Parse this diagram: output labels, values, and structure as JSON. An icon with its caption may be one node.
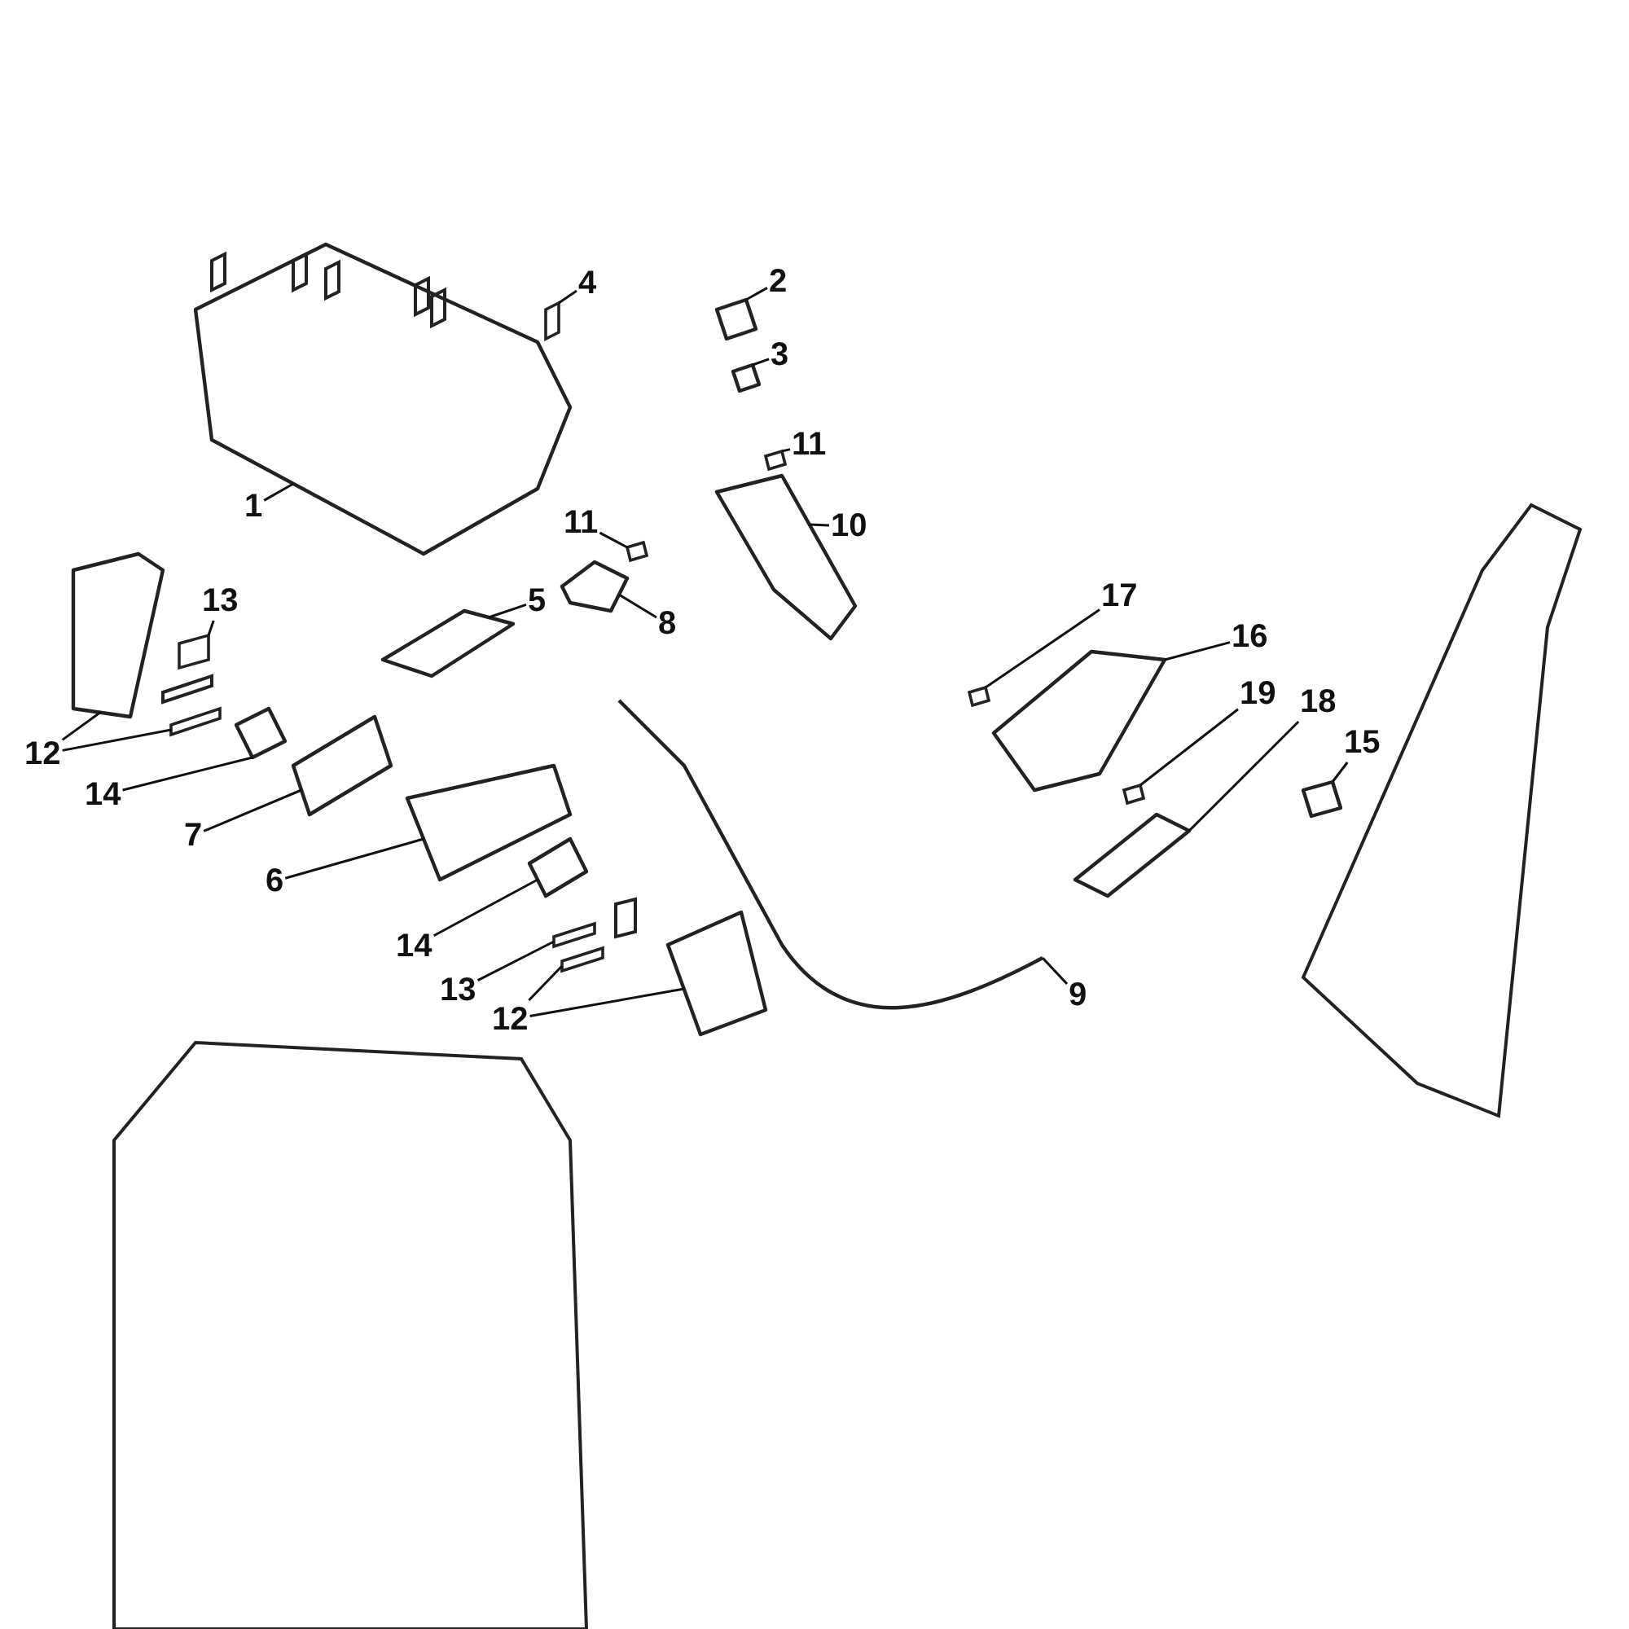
{
  "diagram": {
    "nodes": [
      {
        "text": [
          "4"
        ]
      },
      {
        "text": [
          "2"
        ]
      },
      {
        "text": [
          "3"
        ]
      },
      {
        "text": [
          "1"
        ]
      },
      {
        "text": [
          "11"
        ]
      },
      {
        "text": [
          "10"
        ]
      },
      {
        "text": [
          "11"
        ]
      },
      {
        "text": [
          "13"
        ]
      },
      {
        "text": [
          "5"
        ]
      },
      {
        "text": [
          "17"
        ]
      },
      {
        "text": [
          "8"
        ]
      },
      {
        "text": [
          "16"
        ]
      },
      {
        "text": [
          "19"
        ]
      },
      {
        "text": [
          "18"
        ]
      },
      {
        "text": [
          "15"
        ]
      },
      {
        "text": [
          "12"
        ]
      },
      {
        "text": [
          "14"
        ]
      },
      {
        "text": [
          "9"
        ]
      },
      {
        "text": [
          "7"
        ]
      },
      {
        "text": [
          "6"
        ]
      },
      {
        "text": [
          "14"
        ]
      },
      {
        "text": [
          "13"
        ]
      },
      {
        "text": [
          "12"
        ]
      },
      {
        "text": [],
        "shape": "box"
      },
      {
        "text": [],
        "shape": "picture"
      },
      {
        "text": [],
        "shape": "picture"
      },
      {
        "text": [],
        "shape": "picture"
      },
      {
        "text": [],
        "shape": "box"
      },
      {
        "text": [],
        "shape": "picture"
      },
      {
        "text": [],
        "shape": "box"
      },
      {
        "text": [],
        "shape": "picture"
      },
      {
        "text": [],
        "shape": "picture"
      },
      {
        "text": [],
        "shape": "box"
      },
      {
        "text": [],
        "shape": "box"
      },
      {
        "text": [],
        "shape": "picture"
      },
      {
        "text": [],
        "shape": "picture"
      },
      {
        "text": [],
        "shape": "picture"
      },
      {
        "text": [],
        "shape": "picture"
      },
      {
        "text": [],
        "shape": "picture"
      },
      {
        "text": [],
        "shape": "box"
      },
      {
        "text": [],
        "shape": "picture"
      },
      {
        "text": [],
        "shape": "box"
      },
      {
        "text": [],
        "shape": "picture"
      },
      {
        "text": [],
        "shape": "picture"
      },
      {
        "text": [],
        "shape": "picture"
      },
      {
        "text": [],
        "shape": "box"
      },
      {
        "text": [],
        "shape": "box"
      },
      {
        "text": [],
        "shape": "picture"
      }
    ],
    "edges": [
      {
        "from": 0,
        "to": 23,
        "arrow": "none"
      },
      {
        "from": 1,
        "to": 24,
        "arrow": "none"
      },
      {
        "from": 2,
        "to": 25,
        "arrow": "none"
      },
      {
        "from": 3,
        "to": 26,
        "arrow": "none"
      },
      {
        "from": 4,
        "to": 27,
        "arrow": "none"
      },
      {
        "from": 5,
        "to": 28,
        "arrow": "none"
      },
      {
        "from": 6,
        "to": 29,
        "arrow": "none"
      },
      {
        "from": 7,
        "to": 32,
        "arrow": "none"
      },
      {
        "from": 8,
        "to": 35,
        "arrow": "none"
      },
      {
        "from": 9,
        "to": 39,
        "arrow": "none"
      },
      {
        "from": 10,
        "to": 30,
        "arrow": "none"
      },
      {
        "from": 11,
        "to": 40,
        "arrow": "none"
      },
      {
        "from": 12,
        "to": 41,
        "arrow": "none"
      },
      {
        "from": 13,
        "to": 42,
        "arrow": "none"
      },
      {
        "from": 14,
        "to": 43,
        "arrow": "none"
      },
      {
        "from": 15,
        "to": 31,
        "arrow": "none"
      },
      {
        "from": 15,
        "to": 33,
        "arrow": "none"
      },
      {
        "from": 16,
        "to": 34,
        "arrow": "none"
      },
      {
        "from": 17,
        "to": 38,
        "arrow": "none"
      },
      {
        "from": 18,
        "to": 36,
        "arrow": "none"
      },
      {
        "from": 19,
        "to": 37,
        "arrow": "none"
      },
      {
        "from": 20,
        "to": 44,
        "arrow": "none"
      },
      {
        "from": 21,
        "to": 45,
        "arrow": "none"
      },
      {
        "from": 22,
        "to": 47,
        "arrow": "none"
      },
      {
        "from": 22,
        "to": 46,
        "arrow": "none"
      }
    ]
  }
}
